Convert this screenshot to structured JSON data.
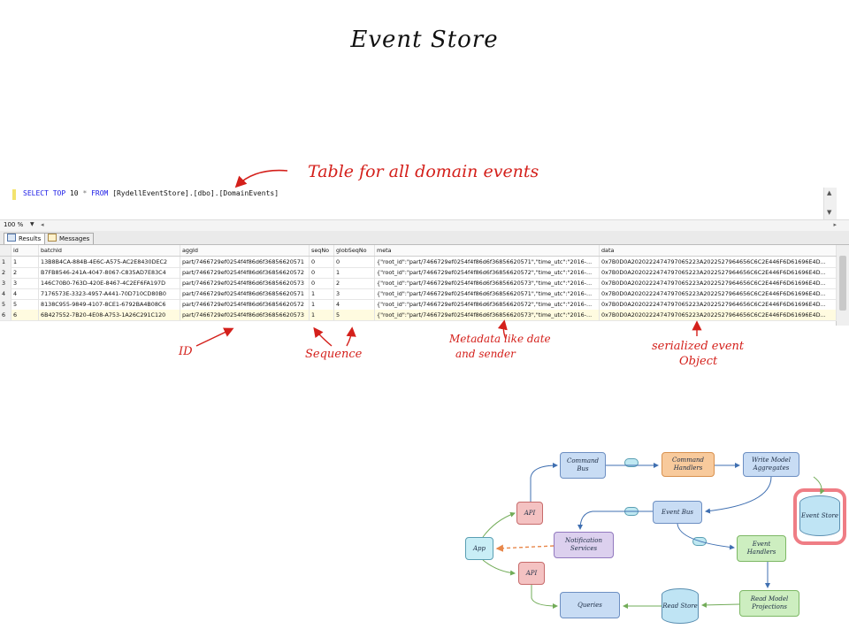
{
  "title": "Event Store",
  "annotations": {
    "table_note": "Table for all domain events",
    "id_note": "ID",
    "sequence_note": "Sequence",
    "metadata_note_line1": "Metadata like date",
    "metadata_note_line2": "and sender",
    "serialized_note_line1": "serialized event",
    "serialized_note_line2": "Object"
  },
  "editor": {
    "kw_select": "SELECT TOP",
    "top_count": " 10 ",
    "star": "* ",
    "kw_from": "FROM ",
    "target": "[RydellEventStore].[dbo].[DomainEvents]"
  },
  "toolbar": {
    "zoom": "100 %"
  },
  "tabs": {
    "results": "Results",
    "messages": "Messages"
  },
  "grid": {
    "columns": [
      "",
      "id",
      "batchId",
      "aggId",
      "seqNo",
      "globSeqNo",
      "meta",
      "data"
    ],
    "rows": [
      [
        "1",
        "1",
        "13B8B4CA-884B-4E6C-A575-AC2E8430DEC2",
        "part/7466729ef0254f4f86d6f36856620571",
        "0",
        "0",
        "{\"root_id\":\"part/7466729ef0254f4f86d6f36856620571\",\"time_utc\":\"2016-...",
        "0x7B0D0A2020222474797065223A2022527964656C6C2E446F6D61696E4D..."
      ],
      [
        "2",
        "2",
        "B7FB8546-241A-4047-8067-C835AD7E83C4",
        "part/7466729ef0254f4f86d6f36856620572",
        "0",
        "1",
        "{\"root_id\":\"part/7466729ef0254f4f86d6f36856620572\",\"time_utc\":\"2016-...",
        "0x7B0D0A2020222474797065223A2022527964656C6C2E446F6D61696E4D..."
      ],
      [
        "3",
        "3",
        "146C70B0-763D-420E-8467-4C2EF6FA197D",
        "part/7466729ef0254f4f86d6f36856620573",
        "0",
        "2",
        "{\"root_id\":\"part/7466729ef0254f4f86d6f36856620573\",\"time_utc\":\"2016-...",
        "0x7B0D0A2020222474797065223A2022527964656C6C2E446F6D61696E4D..."
      ],
      [
        "4",
        "4",
        "7176573E-3323-4957-A441-70D710CD80B0",
        "part/7466729ef0254f4f86d6f36856620571",
        "1",
        "3",
        "{\"root_id\":\"part/7466729ef0254f4f86d6f36856620571\",\"time_utc\":\"2016-...",
        "0x7B0D0A2020222474797065223A2022527964656C6C2E446F6D61696E4D..."
      ],
      [
        "5",
        "5",
        "8138C955-9849-4107-8CE1-6792BA4B08C6",
        "part/7466729ef0254f4f86d6f36856620572",
        "1",
        "4",
        "{\"root_id\":\"part/7466729ef0254f4f86d6f36856620572\",\"time_utc\":\"2016-...",
        "0x7B0D0A2020222474797065223A2022527964656C6C2E446F6D61696E4D..."
      ],
      [
        "6",
        "6",
        "6B427552-7B20-4E08-A753-1A26C291C120",
        "part/7466729ef0254f4f86d6f36856620573",
        "1",
        "5",
        "{\"root_id\":\"part/7466729ef0254f4f86d6f36856620573\",\"time_utc\":\"2016-...",
        "0x7B0D0A2020222474797065223A2022527964656C6C2E446F6D61696E4D..."
      ]
    ]
  },
  "diagram": {
    "command_bus": "Command Bus",
    "command_handlers": "Command Handlers",
    "write_model": "Write Model Aggregates",
    "event_store": "Event Store",
    "event_bus": "Event Bus",
    "api_top": "API",
    "api_bottom": "API",
    "app": "App",
    "notification": "Notification Services",
    "event_handlers": "Event Handlers",
    "read_model_projections": "Read Model Projections",
    "read_store": "Read Store",
    "queries": "Queries"
  },
  "colors": {
    "annotation_red": "#d4201b",
    "highlight_pink": "#ef7d85",
    "node_blue": "#c8dcf4",
    "node_orange": "#f8ca9c",
    "node_green": "#cdeec0",
    "node_pink": "#f4c2c2"
  }
}
